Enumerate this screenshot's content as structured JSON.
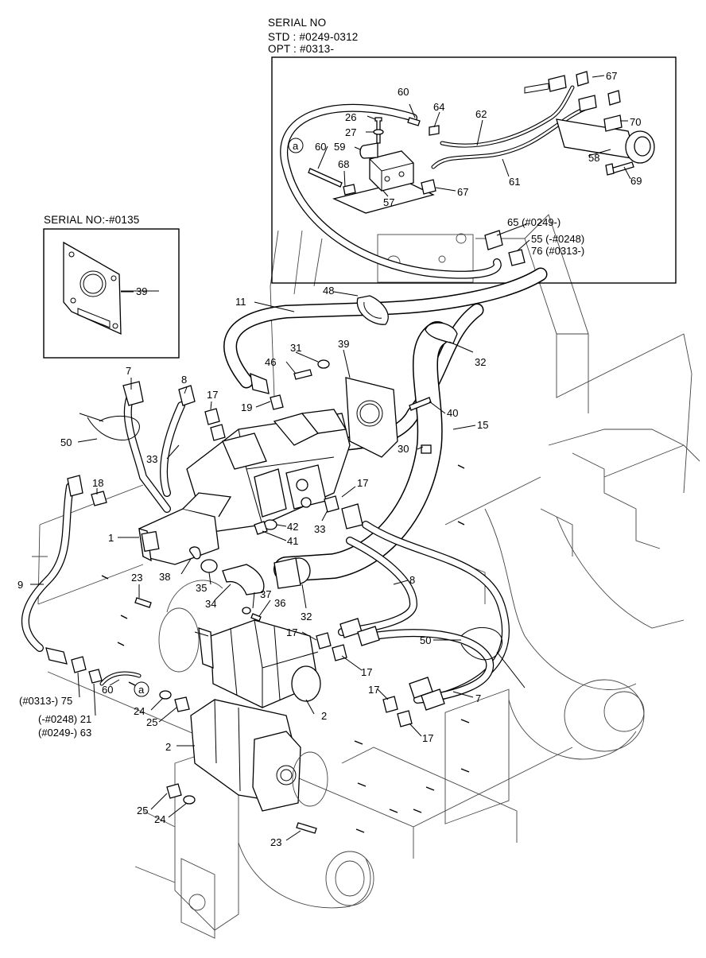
{
  "inset_top": {
    "title": "SERIAL NO",
    "std": "STD : #0249-0312",
    "opt": "OPT : #0313-"
  },
  "inset_left": {
    "title": "SERIAL NO:-#0135"
  },
  "callouts": {
    "c60a": "60",
    "c64": "64",
    "c26": "26",
    "c27": "27",
    "c59": "59",
    "c60b": "60",
    "c62": "62",
    "c67a": "67",
    "c70": "70",
    "c58": "58",
    "c61": "61",
    "c69": "69",
    "c67b": "67",
    "c57": "57",
    "c68": "68",
    "ca_top": "a",
    "c65": "65 (#0249-)",
    "c55": "55 (-#0248)",
    "c76": "76 (#0313-)",
    "c39_inset": "39",
    "c48": "48",
    "c11": "11",
    "c32_top": "32",
    "c31": "31",
    "c39": "39",
    "c46": "46",
    "c40": "40",
    "c15": "15",
    "c7_top": "7",
    "c8_top": "8",
    "c17_a": "17",
    "c19": "19",
    "c50_top": "50",
    "c33_a": "33",
    "c30": "30",
    "c18": "18",
    "c17_b": "17",
    "c1": "1",
    "c42": "42",
    "c33_b": "33",
    "c41": "41",
    "c38": "38",
    "c35": "35",
    "c23_a": "23",
    "c34": "34",
    "c37": "37",
    "c36": "36",
    "c9": "9",
    "c32_b": "32",
    "c8_b": "8",
    "c17_c": "17",
    "c17_d": "17",
    "c50_b": "50",
    "c75": "(#0313-) 75",
    "c60_c": "60",
    "ca_b": "a",
    "c21": "(-#0248) 21",
    "c63": "(#0249-) 63",
    "c24_a": "24",
    "c25_a": "25",
    "c2_a": "2",
    "c17_e": "17",
    "c7_b": "7",
    "c17_f": "17",
    "c2_b": "2",
    "c25_b": "25",
    "c24_b": "24",
    "c23_b": "23"
  }
}
